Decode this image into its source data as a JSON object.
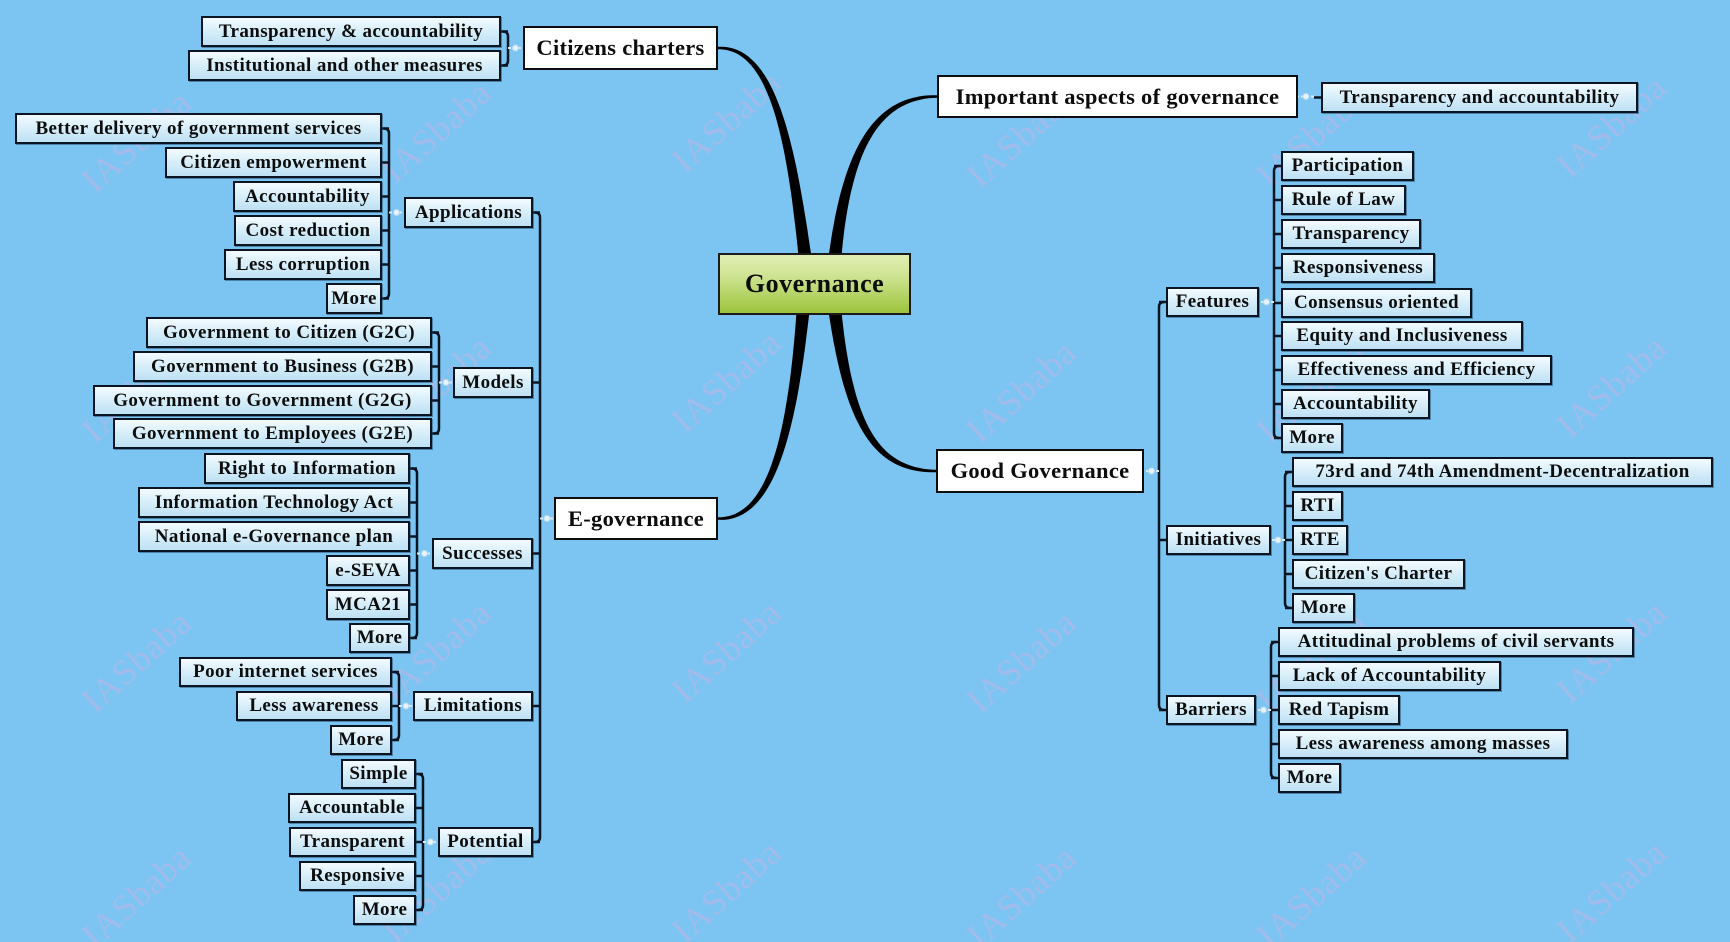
{
  "central_topic": "Governance",
  "citizens_charters": {
    "label": "Citizens charters",
    "children": [
      "Transparency & accountability",
      "Institutional and other measures"
    ]
  },
  "important_aspects": {
    "label": "Important aspects of governance",
    "children": [
      "Transparency and accountability"
    ]
  },
  "e_governance": {
    "label": "E-governance",
    "applications": {
      "label": "Applications",
      "children": [
        "Better delivery of government services",
        "Citizen empowerment",
        "Accountability",
        "Cost reduction",
        "Less corruption",
        "More"
      ]
    },
    "models": {
      "label": "Models",
      "children": [
        "Government to Citizen (G2C)",
        "Government to Business (G2B)",
        "Government to Government (G2G)",
        "Government to Employees (G2E)"
      ]
    },
    "successes": {
      "label": "Successes",
      "children": [
        "Right to Information",
        "Information Technology Act",
        "National e-Governance plan",
        "e-SEVA",
        "MCA21",
        "More"
      ]
    },
    "limitations": {
      "label": "Limitations",
      "children": [
        "Poor internet services",
        "Less awareness",
        "More"
      ]
    },
    "potential": {
      "label": "Potential",
      "children": [
        "Simple",
        "Accountable",
        "Transparent",
        "Responsive",
        "More"
      ]
    }
  },
  "good_governance": {
    "label": "Good Governance",
    "features": {
      "label": "Features",
      "children": [
        "Participation",
        "Rule of Law",
        "Transparency",
        "Responsiveness",
        "Consensus oriented",
        "Equity and Inclusiveness",
        "Effectiveness and Efficiency",
        "Accountability",
        "More"
      ]
    },
    "initiatives": {
      "label": "Initiatives",
      "children": [
        "73rd and 74th Amendment-Decentralization",
        "RTI",
        "RTE",
        "Citizen's Charter",
        "More"
      ]
    },
    "barriers": {
      "label": "Barriers",
      "children": [
        "Attitudinal problems of civil servants",
        "Lack of Accountability",
        "Red Tapism",
        "Less awareness among masses",
        "More"
      ]
    }
  },
  "watermark": "IASbaba",
  "colors": {
    "background": "#7cc5f3",
    "central_topic_top": "#e0efb4",
    "central_topic_bottom": "#9cc43c",
    "main_topic_fill": "#ffffff",
    "subtopic_top": "#f3fbff",
    "subtopic_bottom": "#bde1f4",
    "border": "#0b1522",
    "branch_line": "#000000",
    "watermark": "#ecaad7"
  }
}
